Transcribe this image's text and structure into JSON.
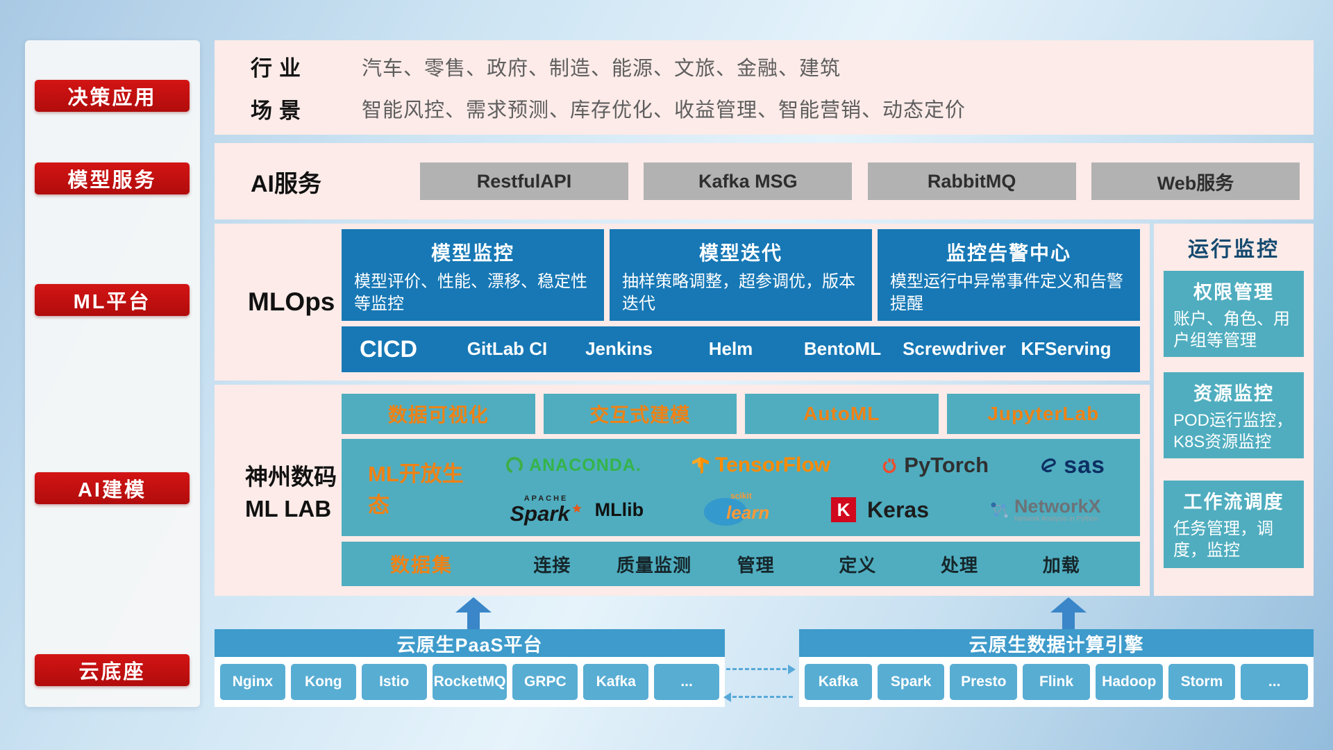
{
  "palette": {
    "accent_red": "#c01010",
    "band_pink": "#fcebe8",
    "box_blue": "#1778b5",
    "box_teal": "#4fadbf",
    "highlight_orange": "#ef8216",
    "bar_blue": "#3e9bcb",
    "chip_teal": "#58add3"
  },
  "sidebar": {
    "items": [
      {
        "label": "决策应用"
      },
      {
        "label": "模型服务"
      },
      {
        "label": "ML平台"
      },
      {
        "label": "AI建模"
      },
      {
        "label": "云底座"
      }
    ]
  },
  "industry": {
    "rows": [
      {
        "label": "行业",
        "text": "汽车、零售、政府、制造、能源、文旅、金融、建筑"
      },
      {
        "label": "场景",
        "text": "智能风控、需求预测、库存优化、收益管理、智能营销、动态定价"
      }
    ]
  },
  "ai_service": {
    "label": "AI服务",
    "items": [
      "RestfulAPI",
      "Kafka MSG",
      "RabbitMQ",
      "Web服务"
    ]
  },
  "mlops": {
    "label": "MLOps",
    "cards": [
      {
        "title": "模型监控",
        "desc": "模型评价、性能、漂移、稳定性等监控"
      },
      {
        "title": "模型迭代",
        "desc": "抽样策略调整，超参调优，版本迭代"
      },
      {
        "title": "监控告警中心",
        "desc": "模型运行中异常事件定义和告警提醒"
      }
    ],
    "cicd": {
      "title": "CICD",
      "items": [
        "GitLab CI",
        "Jenkins",
        "Helm",
        "BentoML",
        "Screwdriver",
        "KFServing"
      ]
    }
  },
  "monitor": {
    "title": "运行监控",
    "cards": [
      {
        "title": "权限管理",
        "desc": "账户、角色、用户组等管理"
      },
      {
        "title": "资源监控",
        "desc": "POD运行监控，K8S资源监控"
      },
      {
        "title": "工作流调度",
        "desc": "任务管理，调度，监控"
      }
    ]
  },
  "mllab": {
    "label_line1": "神州数码",
    "label_line2": "ML LAB",
    "tools": [
      "数据可视化",
      "交互式建模",
      "AutoML",
      "JupyterLab"
    ],
    "ecosystem": {
      "title": "ML开放生态",
      "logos": {
        "anaconda": "ANACONDA.",
        "tensorflow": "TensorFlow",
        "pytorch": "PyTorch",
        "sas": "sas",
        "apache": "APACHE",
        "spark": "Spark",
        "mllib": "MLlib",
        "scikit_small": "scikit",
        "scikit_learn": "learn",
        "keras_letter": "K",
        "keras": "Keras",
        "networkx": "NetworkX",
        "networkx_sub": "Network Analysis in Python"
      }
    },
    "dataset": {
      "title": "数据集",
      "items": [
        "连接",
        "质量监测",
        "管理",
        "定义",
        "处理",
        "加载"
      ]
    }
  },
  "cloud": {
    "paas": {
      "title": "云原生PaaS平台",
      "items": [
        "Nginx",
        "Kong",
        "Istio",
        "RocketMQ",
        "GRPC",
        "Kafka",
        "..."
      ]
    },
    "engine": {
      "title": "云原生数据计算引擎",
      "items": [
        "Kafka",
        "Spark",
        "Presto",
        "Flink",
        "Hadoop",
        "Storm",
        "..."
      ]
    }
  }
}
